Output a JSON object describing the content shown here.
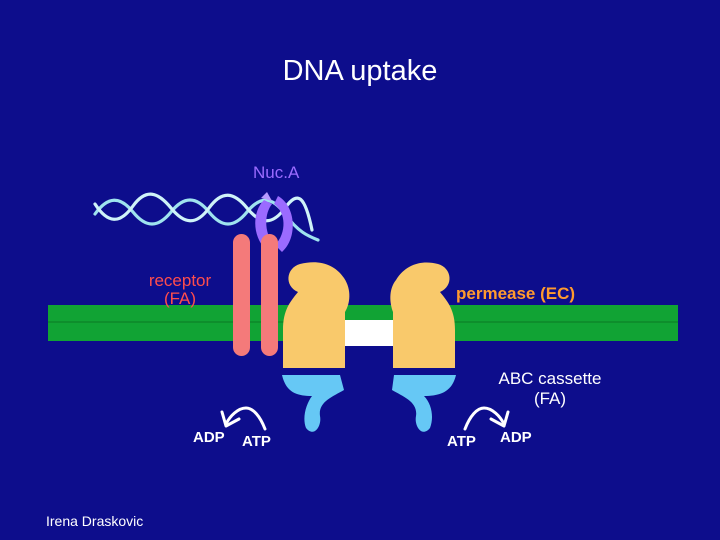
{
  "title": "DNA uptake",
  "labels": {
    "nuca": "Nuc.A",
    "receptor": "receptor\n(FA)",
    "permease": "permease (EC)",
    "abc_cassette": "ABC cassette\n(FA)",
    "adp_left": "ADP",
    "atp_left": "ATP",
    "atp_right": "ATP",
    "adp_right": "ADP"
  },
  "author": "Irena Draskovic",
  "colors": {
    "background": "#0d0d8c",
    "membrane": "#11a334",
    "membrane_dots": "#7be07b",
    "dna": "#9fe3ef",
    "nuca": "#9b6bff",
    "receptor": "#f47a7a",
    "permease": "#f9c96b",
    "abc_cassette": "#66c8f5"
  }
}
